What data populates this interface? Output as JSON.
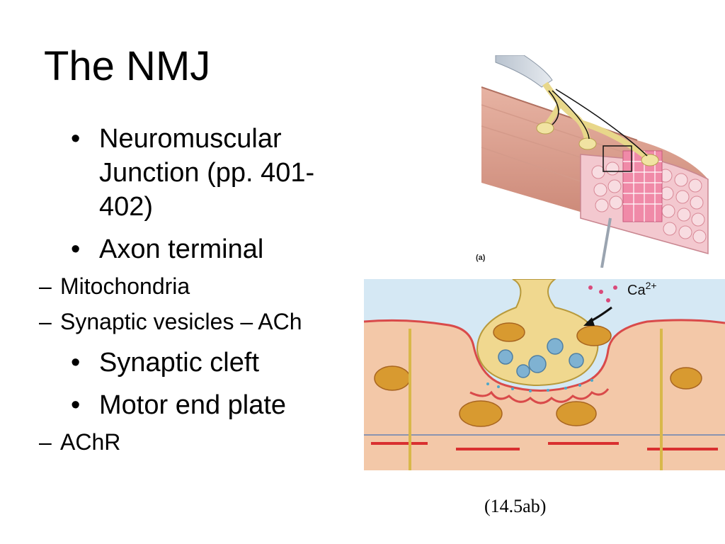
{
  "slide": {
    "title": "The NMJ",
    "bullets": [
      {
        "text": "Neuromuscular Junction (pp. 401-402)"
      },
      {
        "text": "Axon terminal"
      },
      {
        "sub": "Mitochondria"
      },
      {
        "sub": "Synaptic vesicles – ACh"
      },
      {
        "text": "Synaptic cleft"
      },
      {
        "text": "Motor end plate"
      },
      {
        "sub": "AChR"
      }
    ],
    "bullet_symbol": "•",
    "dash_symbol": "–"
  },
  "figure": {
    "panel_label": "(a)",
    "ion_label": "Ca",
    "ion_charge": "2+",
    "caption": "(14.5ab)"
  }
}
